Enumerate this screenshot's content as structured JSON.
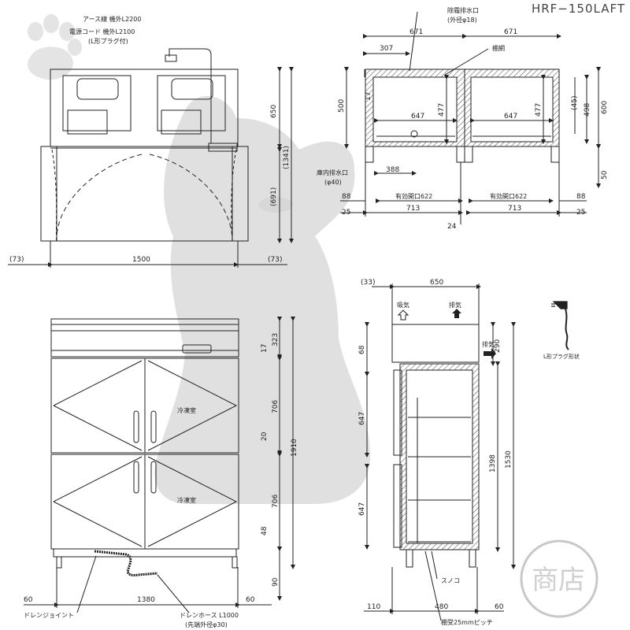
{
  "model": "HRF−150LAFT",
  "top_view": {
    "earth_wire": "アース線 機外L2200",
    "power_cord": "電源コード 機外L2100",
    "plug_note": "(L形プラグ付)",
    "dim_650": "650",
    "dim_1341": "(1341)",
    "dim_691": "(691)",
    "dim_73_left": "(73)",
    "dim_1500": "1500",
    "dim_73_right": "(73)"
  },
  "plan_view": {
    "defrost_drain": "除霜排水口",
    "defrost_drain_size": "(外径φ18)",
    "shelf_net": "棚網",
    "dim_671_a": "671",
    "dim_671_b": "671",
    "dim_307": "307",
    "dim_17": "17",
    "dim_500": "500",
    "dim_477_a": "477",
    "dim_477_b": "477",
    "dim_647_a": "647",
    "dim_647_b": "647",
    "dim_45": "(45)",
    "dim_498": "498",
    "dim_600": "600",
    "dim_50": "50",
    "inner_drain": "庫内排水口",
    "inner_drain_size": "(φ40)",
    "dim_388": "388",
    "dim_88_left": "88",
    "eff_opening_left": "有効開口622",
    "eff_opening_right": "有効開口622",
    "dim_88_right": "88",
    "dim_25_left": "25",
    "dim_713_a": "713",
    "dim_713_b": "713",
    "dim_25_right": "25",
    "dim_24": "24"
  },
  "front_view": {
    "dim_323": "323",
    "dim_17": "17",
    "dim_706_top": "706",
    "dim_20": "20",
    "dim_1910": "1910",
    "dim_706_bottom": "706",
    "dim_48": "48",
    "dim_90": "90",
    "dim_60_left": "60",
    "dim_1380": "1380",
    "dim_60_right": "60",
    "freezer_label_top": "冷凍室",
    "freezer_label_bottom": "冷凍室",
    "drain_joint": "ドレンジョイント",
    "drain_hose": "ドレンホース L1000",
    "drain_hose_size": "(先端外径φ30)"
  },
  "side_view": {
    "dim_33": "(33)",
    "dim_650": "650",
    "intake": "吸気",
    "exhaust_top": "排気",
    "exhaust_side": "排気",
    "dim_290": "290",
    "dim_68": "68",
    "dim_647_top": "647",
    "dim_1398": "1398",
    "dim_1530": "1530",
    "dim_647_bottom": "647",
    "sunoko": "スノコ",
    "dim_110": "110",
    "dim_480": "480",
    "dim_60": "60",
    "shelf_pitch": "棚受25mmピッチ"
  },
  "plug": {
    "label": "L形プラグ形状"
  },
  "stamp": {
    "text": "商店"
  }
}
